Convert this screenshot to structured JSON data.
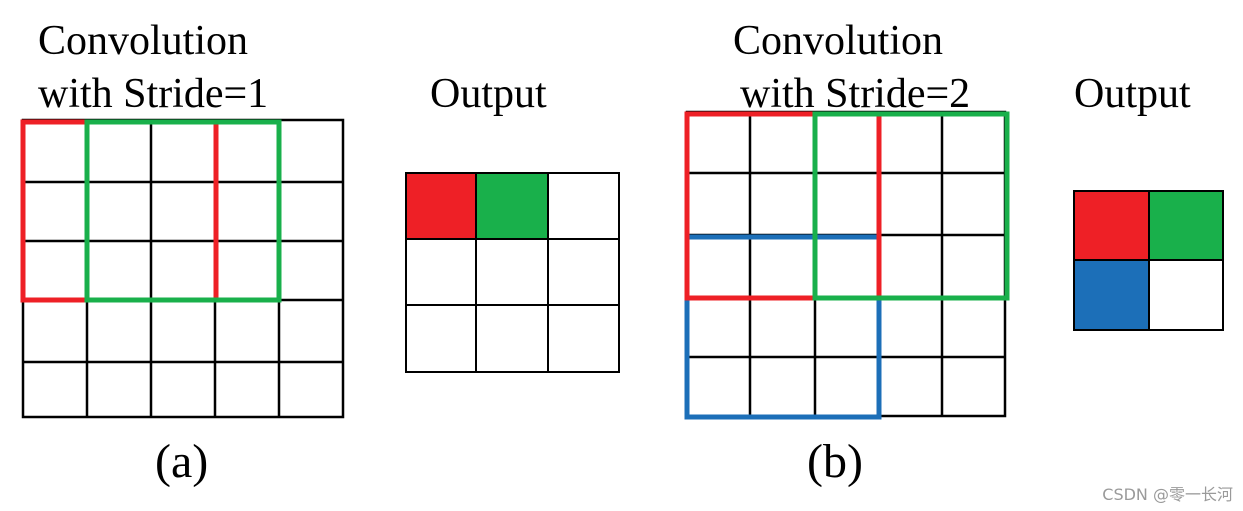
{
  "panel_a": {
    "title_line1": "Convolution",
    "title_line2": "with Stride=1",
    "output_label": "Output",
    "caption": "(a)"
  },
  "panel_b": {
    "title_line1": "Convolution",
    "title_line2": "with Stride=2",
    "output_label": "Output",
    "caption": "(b)"
  },
  "watermark": "CSDN @零一长河",
  "colors": {
    "red": "#ee2026",
    "green": "#19b04b",
    "blue": "#1c6fb8",
    "grid": "#000000",
    "background": "#ffffff"
  }
}
